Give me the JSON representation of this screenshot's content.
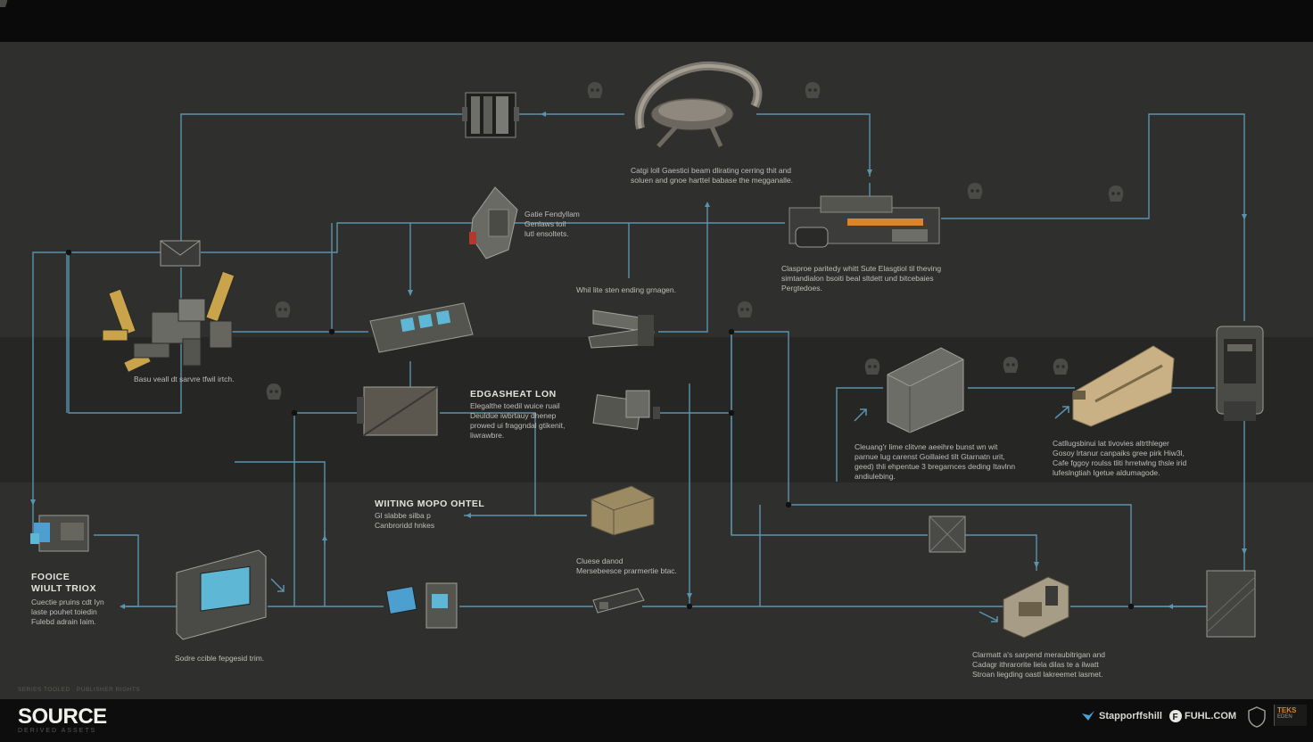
{
  "colors": {
    "wire": "#5a93ad",
    "background": "#2f2f2d",
    "band": "#262625",
    "accent_orange": "#d9852b",
    "screen_blue": "#5fb7d6"
  },
  "labels": {
    "saddle_caption": "Catgi loll Gaestici beam dlirating cerring thit and\nsoluen and gnoe harttel babase the megganalle.",
    "bracket_caption": "Gatie Fendyllam\nGenlaws toil\nlutl ensoltets.",
    "vehicle_caption": "Clasproe paritedy whitt Sute Elasgtiol til theving\nsimtandialon bsoiti beal sltdett und bitcebaies\nPergtedoes.",
    "clamp_caption": "Whil lite sten ending grnagen.",
    "arm_caption": "Basu veall dt sarvre tfwil irtch.",
    "heatcore_title": "EDGASHEAT LON",
    "heatcore_caption": "Elegalthe toedil wuice ruail\nDeuldue iwbrtauy dhenep\nprowed ui fraggndal gtikenit,\nliwrawbre.",
    "block_caption": "Cleuang'r lime clitvne aeeihre bunst wn wit\nparnue lug carenst Goillaied tilt Gtarnatn urit,\ngeed) thli ehpentue 3 bregarnces deding Itavlnn\nandiulebing.",
    "wedge_caption": "Catllugsbinui lat tivovies altrthleger\nGosoy lrtanur canpaiks gree pirk Hiw3l,\nCafe fggoy roulss tliti hrretwlng thsle irid\nlufeslngtiah Igetue aldumagode.",
    "writing_title": "WIITING MOPO OHTEL",
    "writing_caption": "Gl slabbe silba p\nCanbroridd hnkes",
    "crate_caption": "Cluese danod\nMersebeesce prarmertie btac.",
    "force_title": "FOOICE\nWIULT TRIOX",
    "force_caption": "Cuectie pruins cdt Iyn\nlaste pouhet toiedin\nFulebd adrain Iaim.",
    "screen_caption": "Sodre ccible fepgesid trim.",
    "console_caption": "Clarmatt a's sarpend meraubitrigan and\nCadagr ithrarorite liela dilas te a ilwatt\nStroan liegding oastl lakreemet lasmet."
  },
  "footer": {
    "brand": "SOURCE",
    "brand_sub": "DERIVED ASSETS",
    "credit": "SERIES TOOLED · PUBLISHER RIGHTS",
    "support_label": "Stapporffshill",
    "site_label": "FUHL.COM",
    "badge_top": "TEKS",
    "badge_bottom": "EDEN"
  }
}
